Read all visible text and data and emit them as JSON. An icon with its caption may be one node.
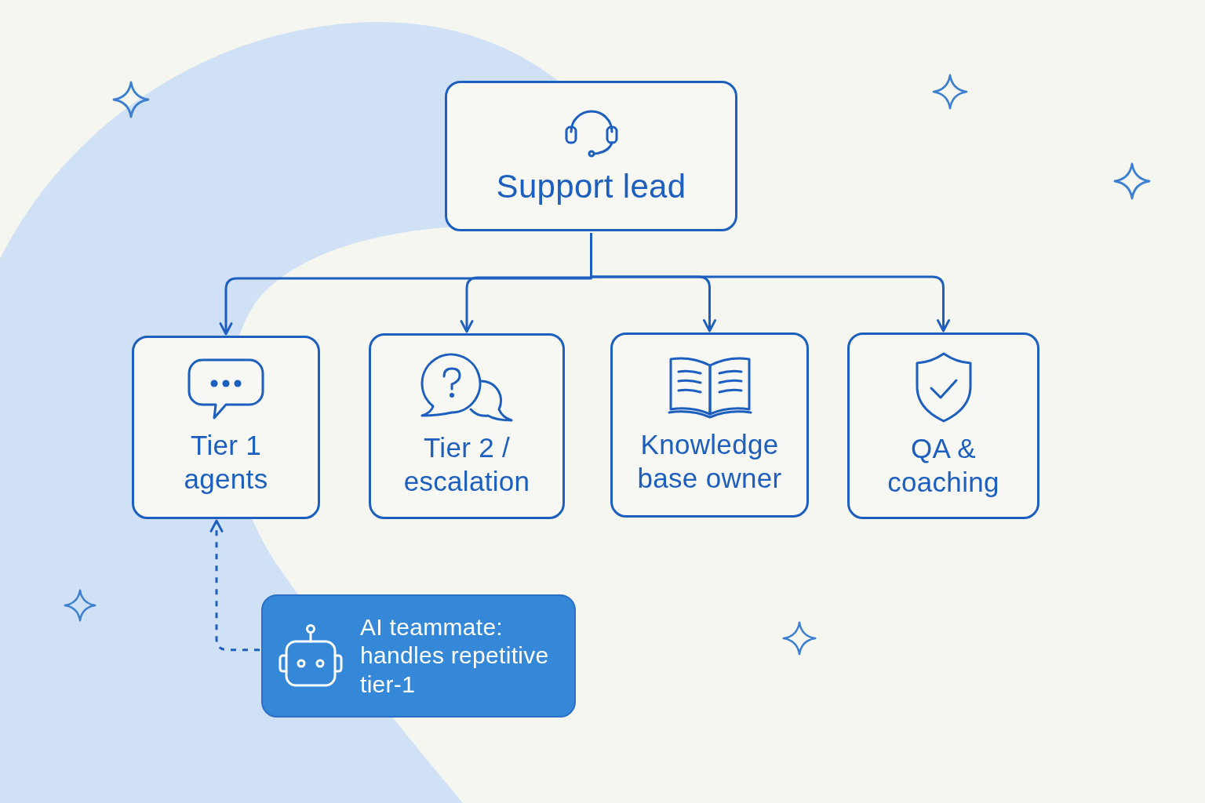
{
  "diagram": {
    "nodes": [
      {
        "text": [
          "Support lead"
        ]
      },
      {
        "text": [
          "Tier 1 agents"
        ]
      },
      {
        "text": [
          "Tier 2 / escalation"
        ]
      },
      {
        "text": [
          "Knowledge base owner"
        ]
      },
      {
        "text": [
          "QA & coaching"
        ]
      },
      {
        "text": [
          "AI teammate: handles repetitive tier-1"
        ]
      }
    ],
    "edges": [
      {
        "from": 0,
        "to": 1,
        "arrow": "to"
      },
      {
        "from": 0,
        "to": 2,
        "arrow": "to"
      },
      {
        "from": 0,
        "to": 3,
        "arrow": "to"
      },
      {
        "from": 0,
        "to": 4,
        "arrow": "to"
      },
      {
        "from": 5,
        "to": 1,
        "arrow": "to",
        "style": "dashed"
      }
    ]
  }
}
